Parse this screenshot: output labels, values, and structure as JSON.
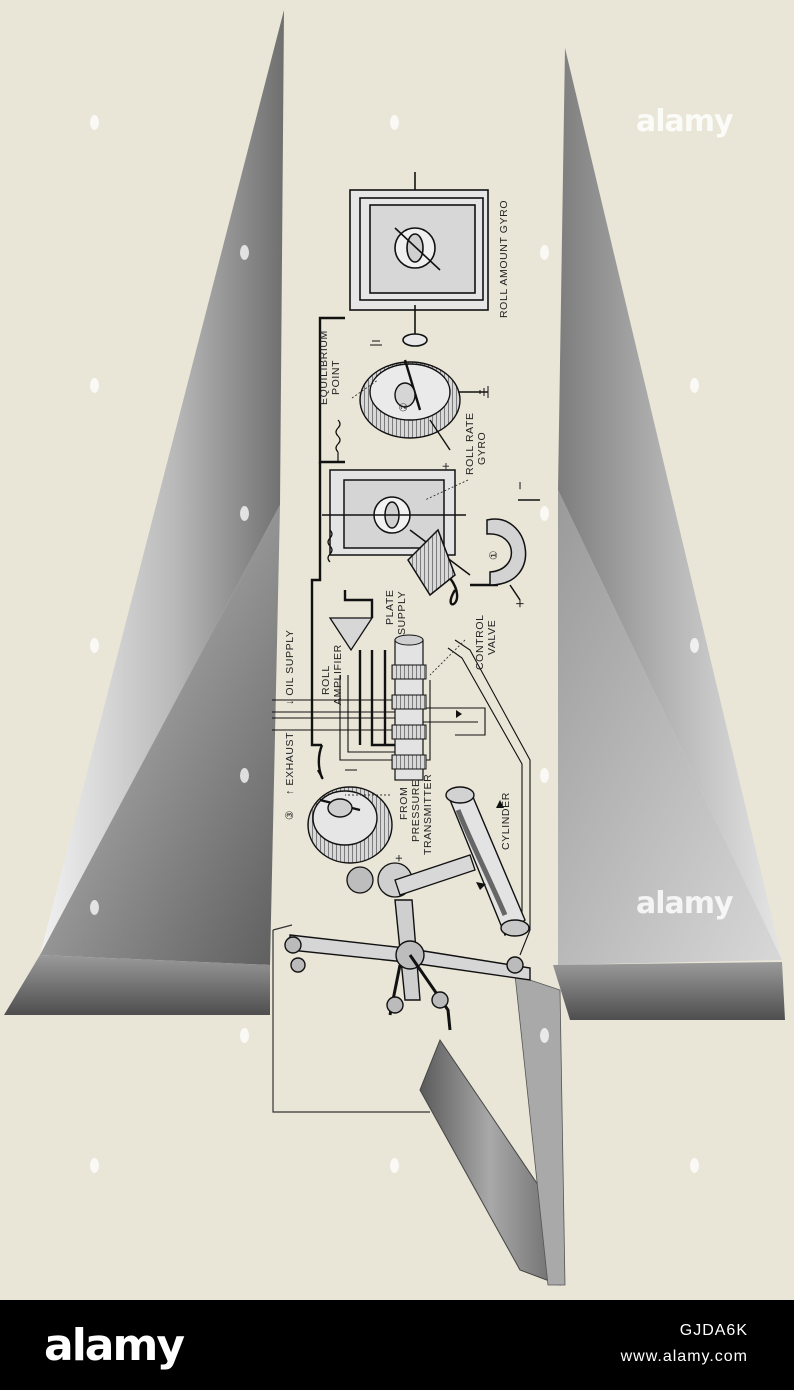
{
  "labels": {
    "roll_amount_gyro": "ROLL AMOUNT GYRO",
    "equilibrium": "EQUILIBRIUM",
    "point": "POINT",
    "roll_rate": "ROLL RATE",
    "gyro": "GYRO",
    "plate": "PLATE",
    "supply": "SUPPLY",
    "control": "CONTROL",
    "valve": "VALVE",
    "roll": "ROLL",
    "amplifier": "AMPLIFIER",
    "oil_supply": "↓ OIL SUPPLY",
    "exhaust": "↑ EXHAUST",
    "marker_3": "③",
    "marker_2": "②",
    "marker_1": "①",
    "from": "FROM",
    "pressure": "PRESSURE",
    "transmitter": "TRANSMITTER",
    "cylinder": "CYLINDER",
    "plus": "+",
    "minus": "−"
  },
  "watermark": {
    "text": "alamy"
  },
  "footer": {
    "logo": "alamy",
    "image_id": "GJDA6K",
    "url": "www.alamy.com"
  },
  "colors": {
    "paper": "#e9e5d7",
    "fin_shadow": "#8a8a8a",
    "fin_light": "#d6d6d6",
    "footer_bg": "#000000"
  }
}
